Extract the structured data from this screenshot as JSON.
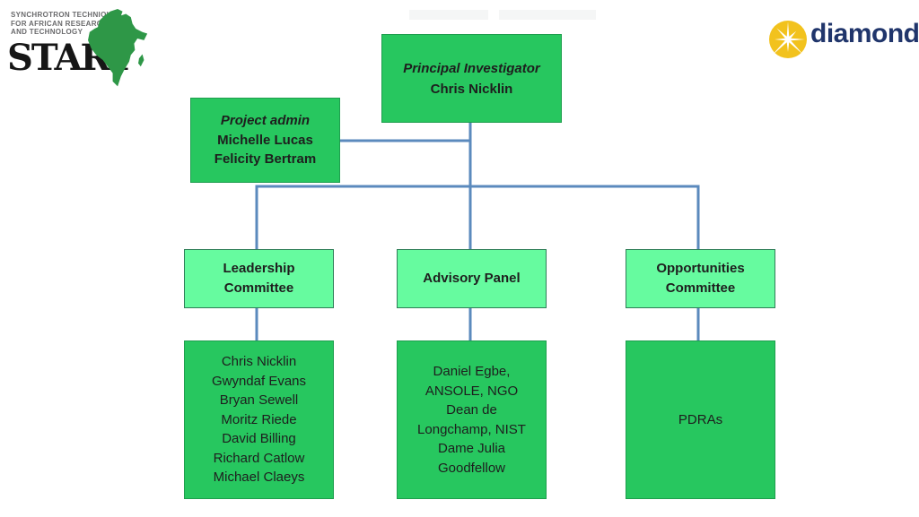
{
  "logos": {
    "start": {
      "tagline_lines": [
        "SYNCHROTRON TECHNIQUES",
        "FOR AFRICAN RESEARCH",
        "AND TECHNOLOGY"
      ],
      "wordmark": "START"
    },
    "diamond": {
      "wordmark": "diamond"
    }
  },
  "colors": {
    "node_green": "#27c75f",
    "node_green_border": "#1e9e4e",
    "node_light_green": "#66fb9f",
    "node_light_green_border": "#2f7e58",
    "connector_blue": "#5b8abd",
    "text_dark": "#1e1e1e",
    "tagline_gray": "#6a6a6c",
    "wordmark_black": "#161616",
    "africa_green": "#2e9747",
    "diamond_yellow": "#f2c21d",
    "diamond_navy": "#20356b"
  },
  "org": {
    "principal_investigator": {
      "role": "Principal Investigator",
      "name": "Chris Nicklin"
    },
    "project_admin": {
      "role": "Project admin",
      "names": [
        "Michelle Lucas",
        "Felicity Bertram"
      ]
    },
    "columns": [
      {
        "header_lines": [
          "Leadership",
          "Committee"
        ],
        "member_lines": [
          "Chris Nicklin",
          "Gwyndaf Evans",
          "Bryan Sewell",
          "Moritz Riede",
          "David Billing",
          "Richard Catlow",
          "Michael Claeys"
        ]
      },
      {
        "header_lines": [
          "Advisory Panel"
        ],
        "member_lines": [
          "Daniel Egbe,",
          "ANSOLE, NGO",
          "Dean de",
          "Longchamp, NIST",
          "Dame Julia",
          "Goodfellow"
        ]
      },
      {
        "header_lines": [
          "Opportunities",
          "Committee"
        ],
        "member_lines": [
          "PDRAs"
        ]
      }
    ]
  }
}
